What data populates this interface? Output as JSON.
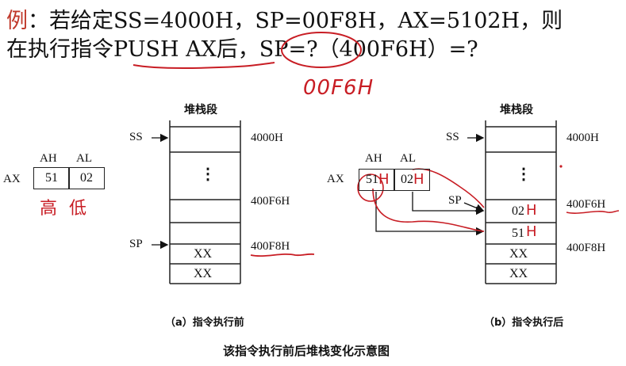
{
  "example": {
    "line1_prefix": "例",
    "line1_rest": "：若给定SS=4000H，SP=00F8H，AX=5102H，则",
    "line2_pre": "在执行指令PUSH AX后，",
    "line2_q": "SP=?",
    "line2_post": "（400F6H）=?"
  },
  "handwriting": {
    "answer": "00F6H",
    "hi_lo": "高 低",
    "h_suffix": "H"
  },
  "diagram_a": {
    "stack_title": "堆栈段",
    "ss_label": "SS",
    "sp_label": "SP",
    "ax_label": "AX",
    "ah_label": "AH",
    "al_label": "AL",
    "ah_value": "51",
    "al_value": "02",
    "addr_top": "4000H",
    "addr_mid": "400F6H",
    "addr_sp": "400F8H",
    "ellipsis": "⋮",
    "xx1": "XX",
    "xx2": "XX",
    "caption": "（a）指令执行前"
  },
  "diagram_b": {
    "stack_title": "堆栈段",
    "ss_label": "SS",
    "sp_label": "SP",
    "ax_label": "AX",
    "ah_label": "AH",
    "al_label": "AL",
    "ah_value": "51",
    "al_value": "02",
    "addr_top": "4000H",
    "addr_mid": "400F6H",
    "addr_low": "400F8H",
    "ellipsis": "⋮",
    "cell_02": "02",
    "cell_51": "51",
    "xx1": "XX",
    "xx2": "XX",
    "caption": "（b）指令执行后"
  },
  "figure_caption": "该指令执行前后堆栈变化示意图",
  "colors": {
    "annotation": "#c81d24",
    "ink": "#111111"
  }
}
